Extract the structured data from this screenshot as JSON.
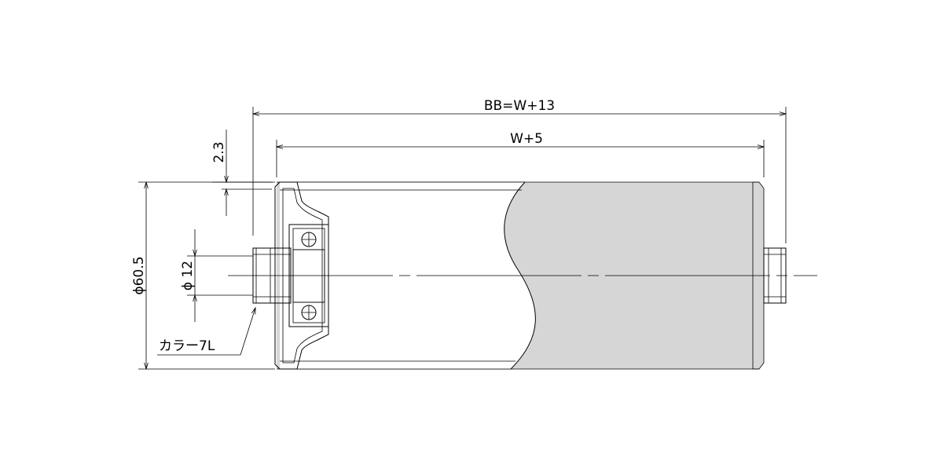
{
  "drawing": {
    "dim_overall": "BB=W+13",
    "dim_tube_length": "W+5",
    "dim_wall_offset": "2.3",
    "dim_roller_dia": "ϕ60.5",
    "dim_shaft_dia": "ϕ 12",
    "collar_label": "カラー7L"
  },
  "colors": {
    "roller_fill": "#d6d6d6",
    "line": "#000000",
    "background": "#ffffff"
  }
}
